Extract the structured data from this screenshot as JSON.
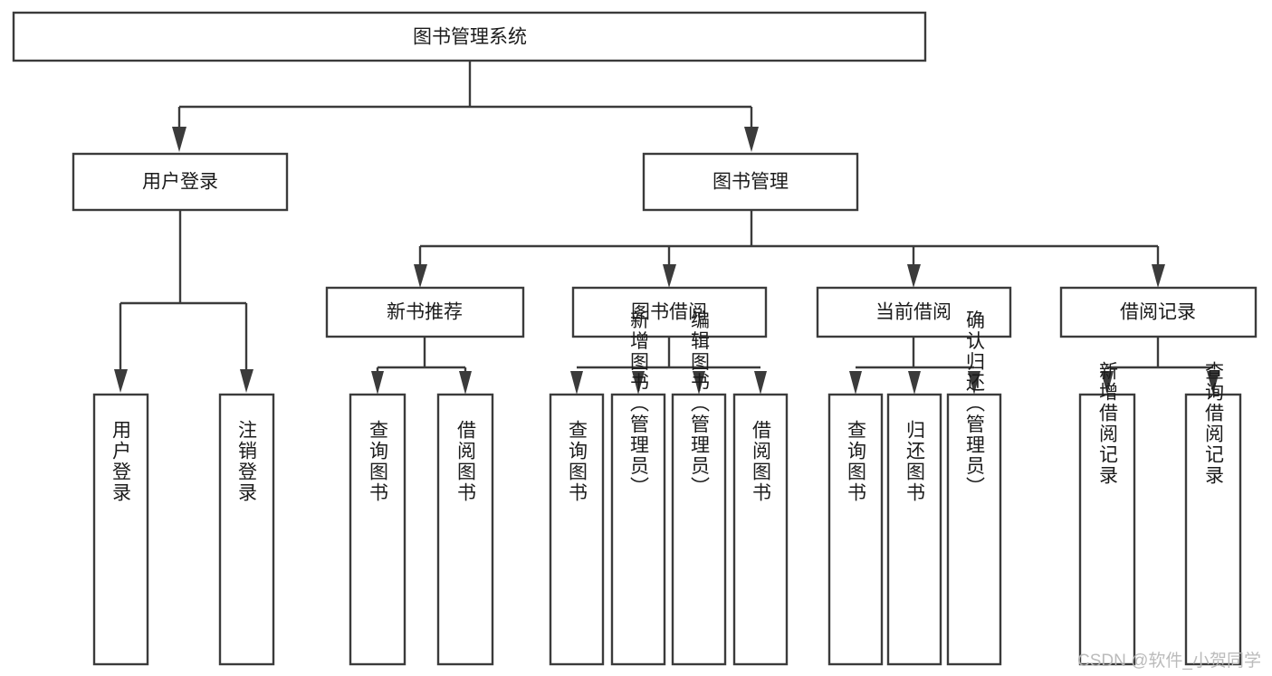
{
  "diagram": {
    "type": "tree-hierarchy-chart",
    "title": "图书管理系统",
    "root": {
      "id": "root",
      "label": "图书管理系统",
      "level": 0
    },
    "level2": [
      {
        "id": "user-login",
        "label": "用户登录",
        "level": 1
      },
      {
        "id": "book-management",
        "label": "图书管理",
        "level": 1
      }
    ],
    "level3": [
      {
        "id": "new-book-recommend",
        "label": "新书推荐",
        "level": 2,
        "parent": "book-management"
      },
      {
        "id": "book-borrow",
        "label": "图书借阅",
        "level": 2,
        "parent": "book-management"
      },
      {
        "id": "current-borrow",
        "label": "当前借阅",
        "level": 2,
        "parent": "book-management"
      },
      {
        "id": "borrow-record",
        "label": "借阅记录",
        "level": 2,
        "parent": "book-management"
      }
    ],
    "leaves": [
      {
        "id": "leaf-user-login",
        "label": "用户登录",
        "parent": "user-login"
      },
      {
        "id": "leaf-user-logout",
        "label": "注销登录",
        "parent": "user-login"
      },
      {
        "id": "leaf-query-book-1",
        "label": "查询图书",
        "parent": "new-book-recommend"
      },
      {
        "id": "leaf-borrow-book-1",
        "label": "借阅图书",
        "parent": "new-book-recommend"
      },
      {
        "id": "leaf-query-book-2",
        "label": "查询图书",
        "parent": "book-borrow"
      },
      {
        "id": "leaf-add-book",
        "label": "新增图书（管理员）",
        "parent": "book-borrow"
      },
      {
        "id": "leaf-edit-book",
        "label": "编辑图书（管理员）",
        "parent": "book-borrow"
      },
      {
        "id": "leaf-borrow-book-2",
        "label": "借阅图书",
        "parent": "book-borrow"
      },
      {
        "id": "leaf-query-book-3",
        "label": "查询图书",
        "parent": "current-borrow"
      },
      {
        "id": "leaf-return-book",
        "label": "归还图书",
        "parent": "current-borrow"
      },
      {
        "id": "leaf-confirm-return",
        "label": "确认归还（管理员）",
        "parent": "current-borrow"
      },
      {
        "id": "leaf-add-record",
        "label": "新增借阅记录",
        "parent": "borrow-record"
      },
      {
        "id": "leaf-query-record",
        "label": "查询借阅记录",
        "parent": "borrow-record"
      }
    ]
  },
  "watermark": {
    "text": "CSDN @软件_小贺同学"
  },
  "colors": {
    "stroke": "#3b3b3b",
    "box_fill": "#ffffff",
    "text": "#1b1b1b",
    "background": "#ffffff",
    "watermark": "#b8b8b8"
  }
}
